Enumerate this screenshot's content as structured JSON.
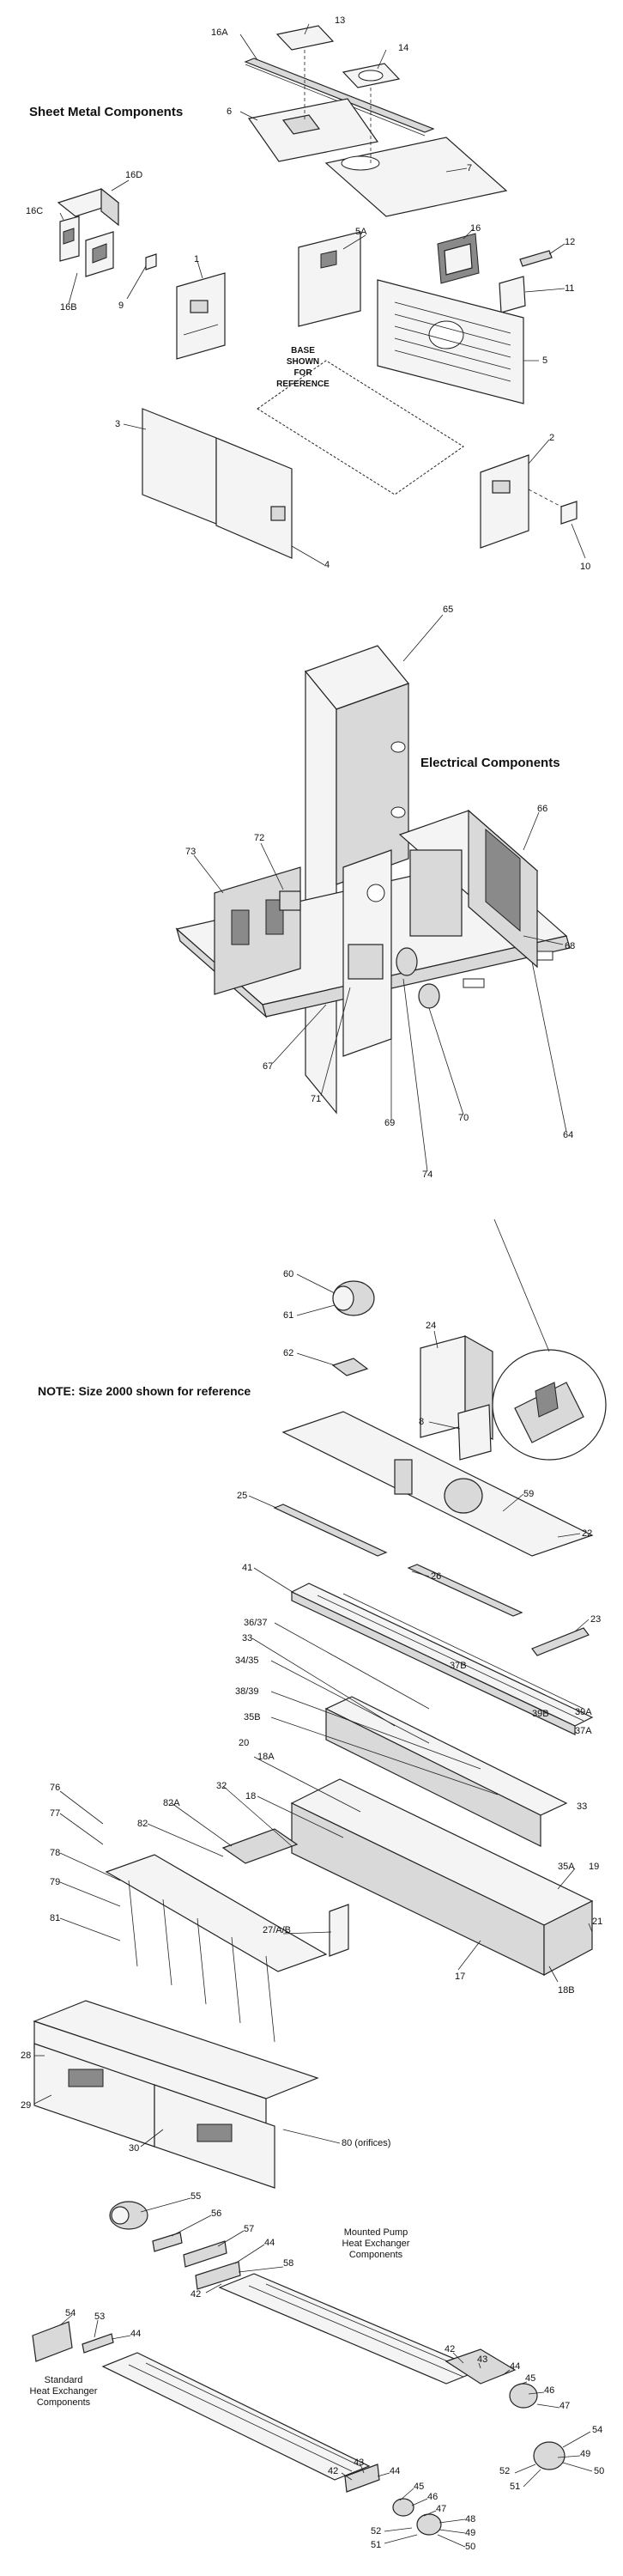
{
  "sections": {
    "sheet_metal": "Sheet Metal Components",
    "electrical": "Electrical Components",
    "note": "NOTE: Size 2000 shown for reference"
  },
  "notes": {
    "base_ref": "BASE\nSHOWN\nFOR\nREFERENCE",
    "mounted_pump": "Mounted Pump\nHeat Exchanger\nComponents",
    "standard_hx": "Standard\nHeat Exchanger\nComponents"
  },
  "callouts": {
    "sheet": [
      "13",
      "14",
      "16A",
      "6",
      "7",
      "16D",
      "16C",
      "16B",
      "9",
      "1",
      "5A",
      "16",
      "12",
      "11",
      "5",
      "3",
      "2",
      "4",
      "10"
    ],
    "electrical": [
      "65",
      "66",
      "73",
      "72",
      "68",
      "67",
      "71",
      "69",
      "70",
      "74",
      "64"
    ],
    "middle": [
      "60",
      "61",
      "62",
      "24",
      "8",
      "25",
      "59",
      "22",
      "41",
      "26",
      "23",
      "36/37",
      "33",
      "34/35",
      "37B",
      "38/39",
      "35B",
      "39B",
      "39A",
      "37A",
      "18A",
      "20",
      "18",
      "33",
      "35A",
      "19",
      "76",
      "77",
      "78",
      "79",
      "81",
      "82A",
      "82",
      "32",
      "27/A/B",
      "21",
      "17",
      "18B",
      "28",
      "29",
      "30",
      "80 (orifices)"
    ],
    "heat_exchanger": [
      "55",
      "56",
      "57",
      "44",
      "58",
      "42",
      "54",
      "53",
      "44",
      "42",
      "43",
      "44",
      "45",
      "46",
      "47",
      "54",
      "49",
      "50",
      "52",
      "51",
      "42",
      "43",
      "44",
      "45",
      "46",
      "47",
      "48",
      "49",
      "50",
      "52",
      "51"
    ]
  },
  "icons": [
    "part-illustration",
    "leader-line",
    "magnified-detail-circle"
  ]
}
